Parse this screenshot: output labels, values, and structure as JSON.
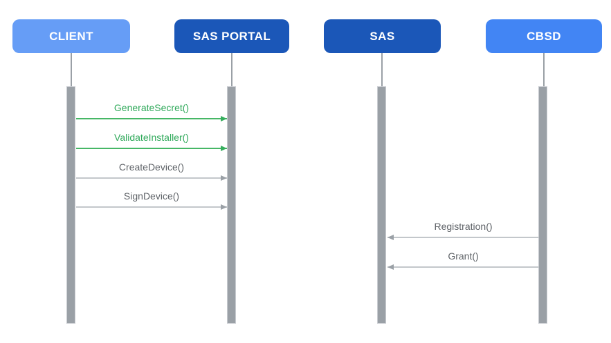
{
  "diagram_type": "sequence-diagram",
  "actors": [
    {
      "id": "client",
      "label": "CLIENT",
      "color": "#669df6"
    },
    {
      "id": "sas-portal",
      "label": "SAS PORTAL",
      "color": "#1b57b8"
    },
    {
      "id": "sas",
      "label": "SAS",
      "color": "#1b57b8"
    },
    {
      "id": "cbsd",
      "label": "CBSD",
      "color": "#4285f4"
    }
  ],
  "messages": [
    {
      "label": "GenerateSecret()",
      "from": "client",
      "to": "sas-portal",
      "direction": "right",
      "color": "#2fa95a"
    },
    {
      "label": "ValidateInstaller()",
      "from": "client",
      "to": "sas-portal",
      "direction": "right",
      "color": "#2fa95a"
    },
    {
      "label": "CreateDevice()",
      "from": "client",
      "to": "sas-portal",
      "direction": "right",
      "color": "#5f6368"
    },
    {
      "label": "SignDevice()",
      "from": "client",
      "to": "sas-portal",
      "direction": "right",
      "color": "#5f6368"
    },
    {
      "label": "Registration()",
      "from": "cbsd",
      "to": "sas",
      "direction": "left",
      "color": "#5f6368"
    },
    {
      "label": "Grant()",
      "from": "cbsd",
      "to": "sas",
      "direction": "left",
      "color": "#5f6368"
    }
  ],
  "colors": {
    "background": "#ffffff",
    "actor_text": "#ffffff",
    "lifeline": "#9aa0a6",
    "activation_bar": "#9aa0a6",
    "gray_arrow_line": "#c3c7cb",
    "gray_arrow_head": "#9aa0a6",
    "green_arrow": "#46b766"
  }
}
